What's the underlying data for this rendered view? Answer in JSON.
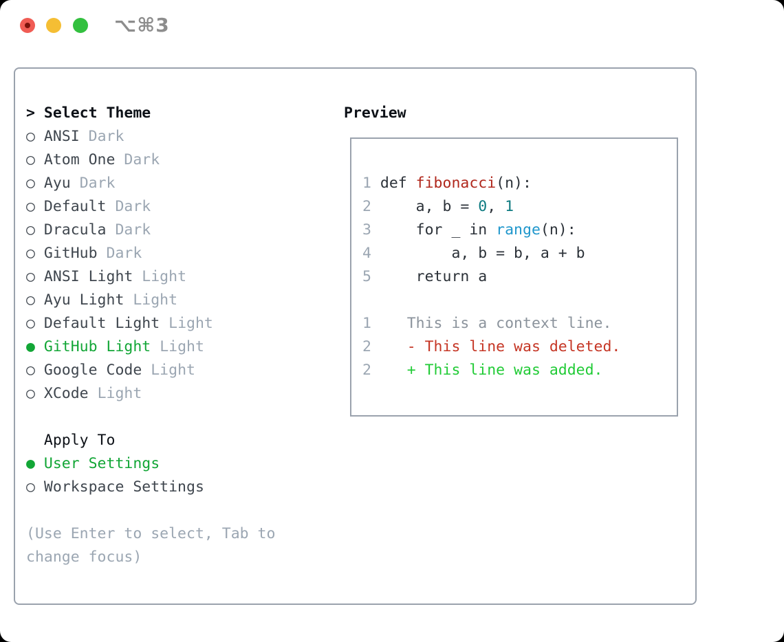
{
  "window": {
    "title": "⌥⌘3",
    "controls": [
      {
        "name": "close",
        "color": "#f05c54"
      },
      {
        "name": "minimize",
        "color": "#f5be34"
      },
      {
        "name": "zoom",
        "color": "#33c03f"
      }
    ]
  },
  "colors": {
    "panel_border": "#9aa2ad",
    "selected_green": "#12a636",
    "muted_gray": "#9ba6b2",
    "code_default": "#2b3138",
    "function_red": "#b0271c",
    "number_teal": "#0d7a80",
    "builtin_blue": "#2097cc",
    "context_gray": "#8b939c",
    "deleted_red": "#c53524",
    "added_green": "#21cb36"
  },
  "theme_picker": {
    "header": "Select Theme",
    "header_marker": ">",
    "markers": {
      "selected": "●",
      "unselected": "○"
    },
    "items": [
      {
        "label": "ANSI",
        "variant": "Dark",
        "selected": false
      },
      {
        "label": "Atom One",
        "variant": "Dark",
        "selected": false
      },
      {
        "label": "Ayu",
        "variant": "Dark",
        "selected": false
      },
      {
        "label": "Default",
        "variant": "Dark",
        "selected": false
      },
      {
        "label": "Dracula",
        "variant": "Dark",
        "selected": false
      },
      {
        "label": "GitHub",
        "variant": "Dark",
        "selected": false
      },
      {
        "label": "ANSI Light",
        "variant": "Light",
        "selected": false
      },
      {
        "label": "Ayu Light",
        "variant": "Light",
        "selected": false
      },
      {
        "label": "Default Light",
        "variant": "Light",
        "selected": false
      },
      {
        "label": "GitHub Light",
        "variant": "Light",
        "selected": true
      },
      {
        "label": "Google Code",
        "variant": "Light",
        "selected": false
      },
      {
        "label": "XCode",
        "variant": "Light",
        "selected": false
      }
    ],
    "apply_header": "Apply To",
    "apply_options": [
      {
        "label": "User Settings",
        "selected": true
      },
      {
        "label": "Workspace Settings",
        "selected": false
      }
    ],
    "hint": "(Use Enter to select, Tab to change focus)"
  },
  "preview": {
    "header": "Preview",
    "lines": [
      {
        "num": "1",
        "segments": [
          {
            "text": "def ",
            "style": "code"
          },
          {
            "text": "fibonacci",
            "style": "function"
          },
          {
            "text": "(n):",
            "style": "code"
          }
        ]
      },
      {
        "num": "2",
        "segments": [
          {
            "text": "    a, b = ",
            "style": "code"
          },
          {
            "text": "0",
            "style": "number"
          },
          {
            "text": ", ",
            "style": "code"
          },
          {
            "text": "1",
            "style": "number"
          }
        ]
      },
      {
        "num": "3",
        "segments": [
          {
            "text": "    for _ in ",
            "style": "code"
          },
          {
            "text": "range",
            "style": "builtin"
          },
          {
            "text": "(n):",
            "style": "code"
          }
        ]
      },
      {
        "num": "4",
        "segments": [
          {
            "text": "        a, b = b, a + b",
            "style": "code"
          }
        ]
      },
      {
        "num": "5",
        "segments": [
          {
            "text": "    return a",
            "style": "code"
          }
        ]
      },
      {
        "num": "",
        "segments": []
      },
      {
        "num": "1",
        "segments": [
          {
            "text": "   This is a context line.",
            "style": "context"
          }
        ]
      },
      {
        "num": "2",
        "segments": [
          {
            "text": "   - This line was deleted.",
            "style": "deleted"
          }
        ]
      },
      {
        "num": "2",
        "segments": [
          {
            "text": "   + This line was added.",
            "style": "added"
          }
        ]
      }
    ]
  }
}
